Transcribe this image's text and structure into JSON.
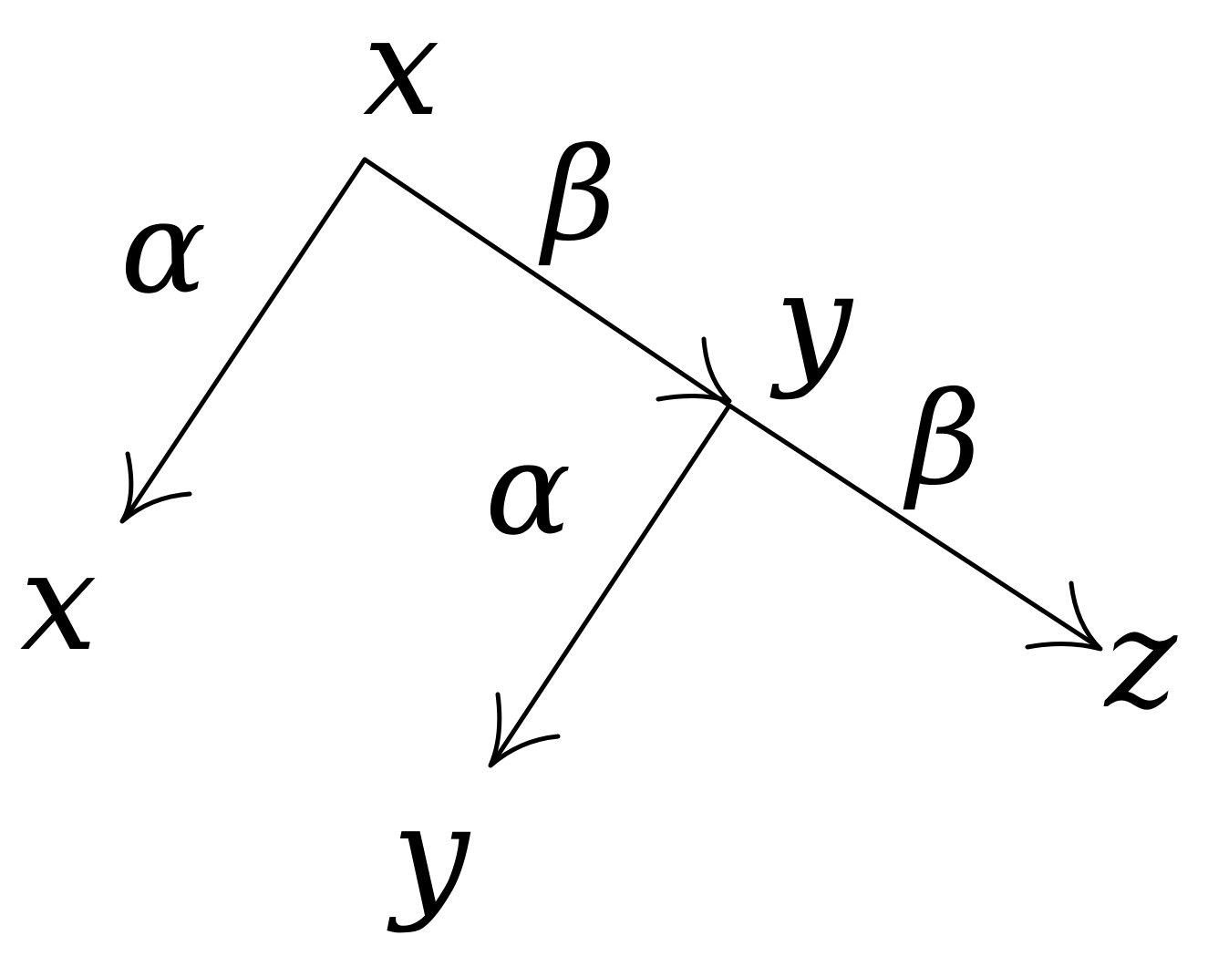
{
  "nodes": {
    "root": "x",
    "left_leaf": "x",
    "middle": "y",
    "bottom_leaf": "y",
    "right_leaf": "z"
  },
  "edges": {
    "root_to_left": "α",
    "root_to_middle": "β",
    "middle_to_bottom": "α",
    "middle_to_right": "β"
  }
}
